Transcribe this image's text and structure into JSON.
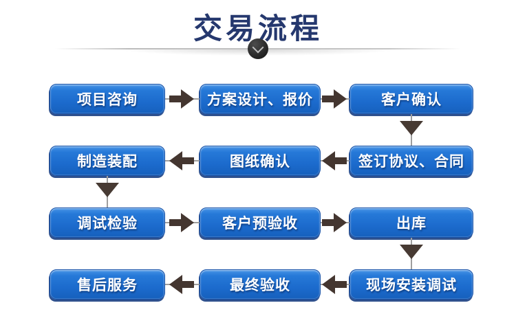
{
  "header": {
    "title": "交易流程"
  },
  "divider": {
    "icon": "chevron-down-icon"
  },
  "flow": {
    "rows": [
      {
        "direction": "right",
        "labels": [
          "项目咨询",
          "方案设计、报价",
          "客户确认"
        ]
      },
      {
        "direction": "left",
        "labels": [
          "制造装配",
          "图纸确认",
          "签订协议、合同"
        ]
      },
      {
        "direction": "right",
        "labels": [
          "调试检验",
          "客户预验收",
          "出库"
        ]
      },
      {
        "direction": "left",
        "labels": [
          "售后服务",
          "最终验收",
          "现场安装调试"
        ]
      }
    ],
    "vertical_links": [
      {
        "from": "客户确认",
        "to": "签订协议、合同"
      },
      {
        "from": "制造装配",
        "to": "调试检验"
      },
      {
        "from": "出库",
        "to": "现场安装调试"
      }
    ]
  },
  "colors": {
    "title_navy": "#25386e",
    "box_blue_top": "#4693e6",
    "box_blue_bottom": "#1660bd",
    "box_border": "#144fa6",
    "arrow_dark": "#443630",
    "connector_gray": "#9e9e9e",
    "divider_circle": "#262626"
  }
}
